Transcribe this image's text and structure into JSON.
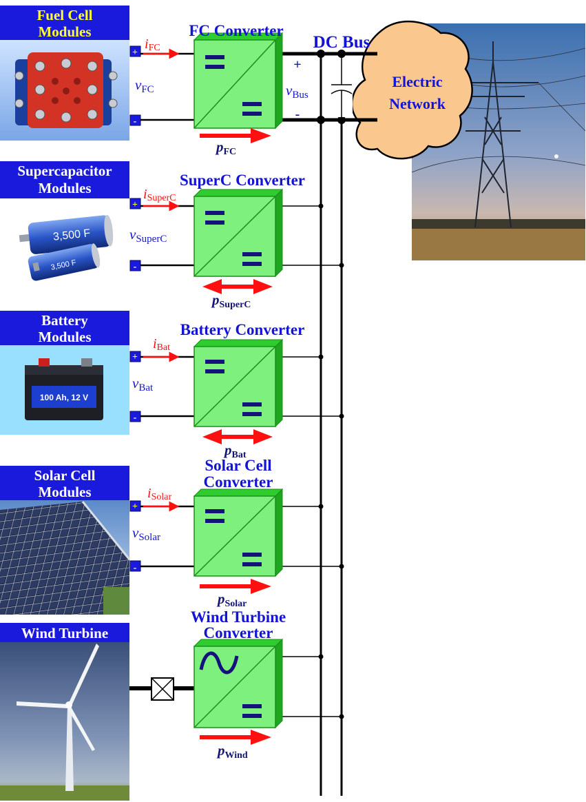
{
  "source_labels": {
    "fc_line1": "Fuel Cell",
    "fc_line2": "Modules",
    "sc_line1": "Supercapacitor",
    "sc_line2": "Modules",
    "bat_line1": "Battery",
    "bat_line2": "Modules",
    "solar_line1": "Solar Cell",
    "solar_line2": "Modules",
    "wind": "Wind Turbine"
  },
  "converters": {
    "fc": "FC Converter",
    "sc": "SuperC Converter",
    "bat": "Battery Converter",
    "solar_line1": "Solar Cell",
    "solar_line2": "Converter",
    "wind_line1": "Wind Turbine",
    "wind_line2": "Converter"
  },
  "symbols": {
    "i": "i",
    "v": "v",
    "p": "p",
    "fc": "FC",
    "sc": "SuperC",
    "bat": "Bat",
    "solar": "Solar",
    "wind": "Wind",
    "bus": "Bus",
    "plus": "+",
    "minus": "-"
  },
  "bus": {
    "title": "DC Bus",
    "network_line1": "Electric",
    "network_line2": "Network"
  },
  "device_labels": {
    "supercap_big": "3,500 F",
    "supercap_small": "3,500 F",
    "battery": "100 Ah, 12 V"
  },
  "colors": {
    "label_bg": "#1a1adc",
    "label_fc_text": "#ffff33",
    "converter": "#7df07d",
    "navy": "#13137a",
    "red": "#ff1010",
    "sky": "#99e0ff"
  }
}
